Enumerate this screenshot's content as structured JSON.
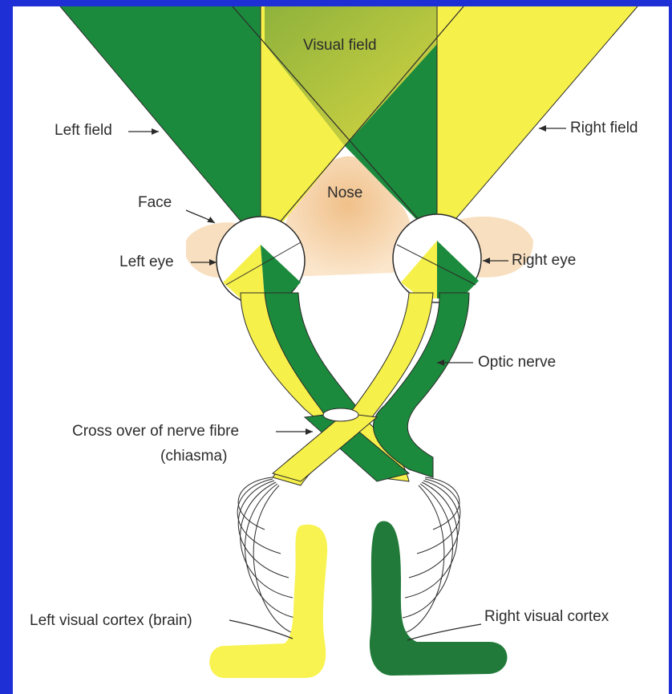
{
  "colors": {
    "frame": "#1f2fd6",
    "paper": "#ffffff",
    "left_green": "#1c8a3c",
    "right_yellow": "#f6f04a",
    "overlap": "#b8c23a",
    "skin": "#f3c897",
    "right_cortex": "#217a3a",
    "left_cortex": "#f8f350",
    "ink": "#2b2b2b"
  },
  "labels": {
    "visual_field": "Visual field",
    "left_field": "Left field",
    "right_field": "Right field",
    "nose": "Nose",
    "face": "Face",
    "left_eye": "Left eye",
    "right_eye": "Right eye",
    "optic_nerve": "Optic nerve",
    "chiasma_line1": "Cross over of nerve fibre",
    "chiasma_line2": "(chiasma)",
    "left_cortex": "Left visual cortex (brain)",
    "right_cortex": "Right visual cortex"
  },
  "icons": [
    "arrow-icon",
    "eye-icon",
    "nerve-icon",
    "cortex-icon"
  ]
}
